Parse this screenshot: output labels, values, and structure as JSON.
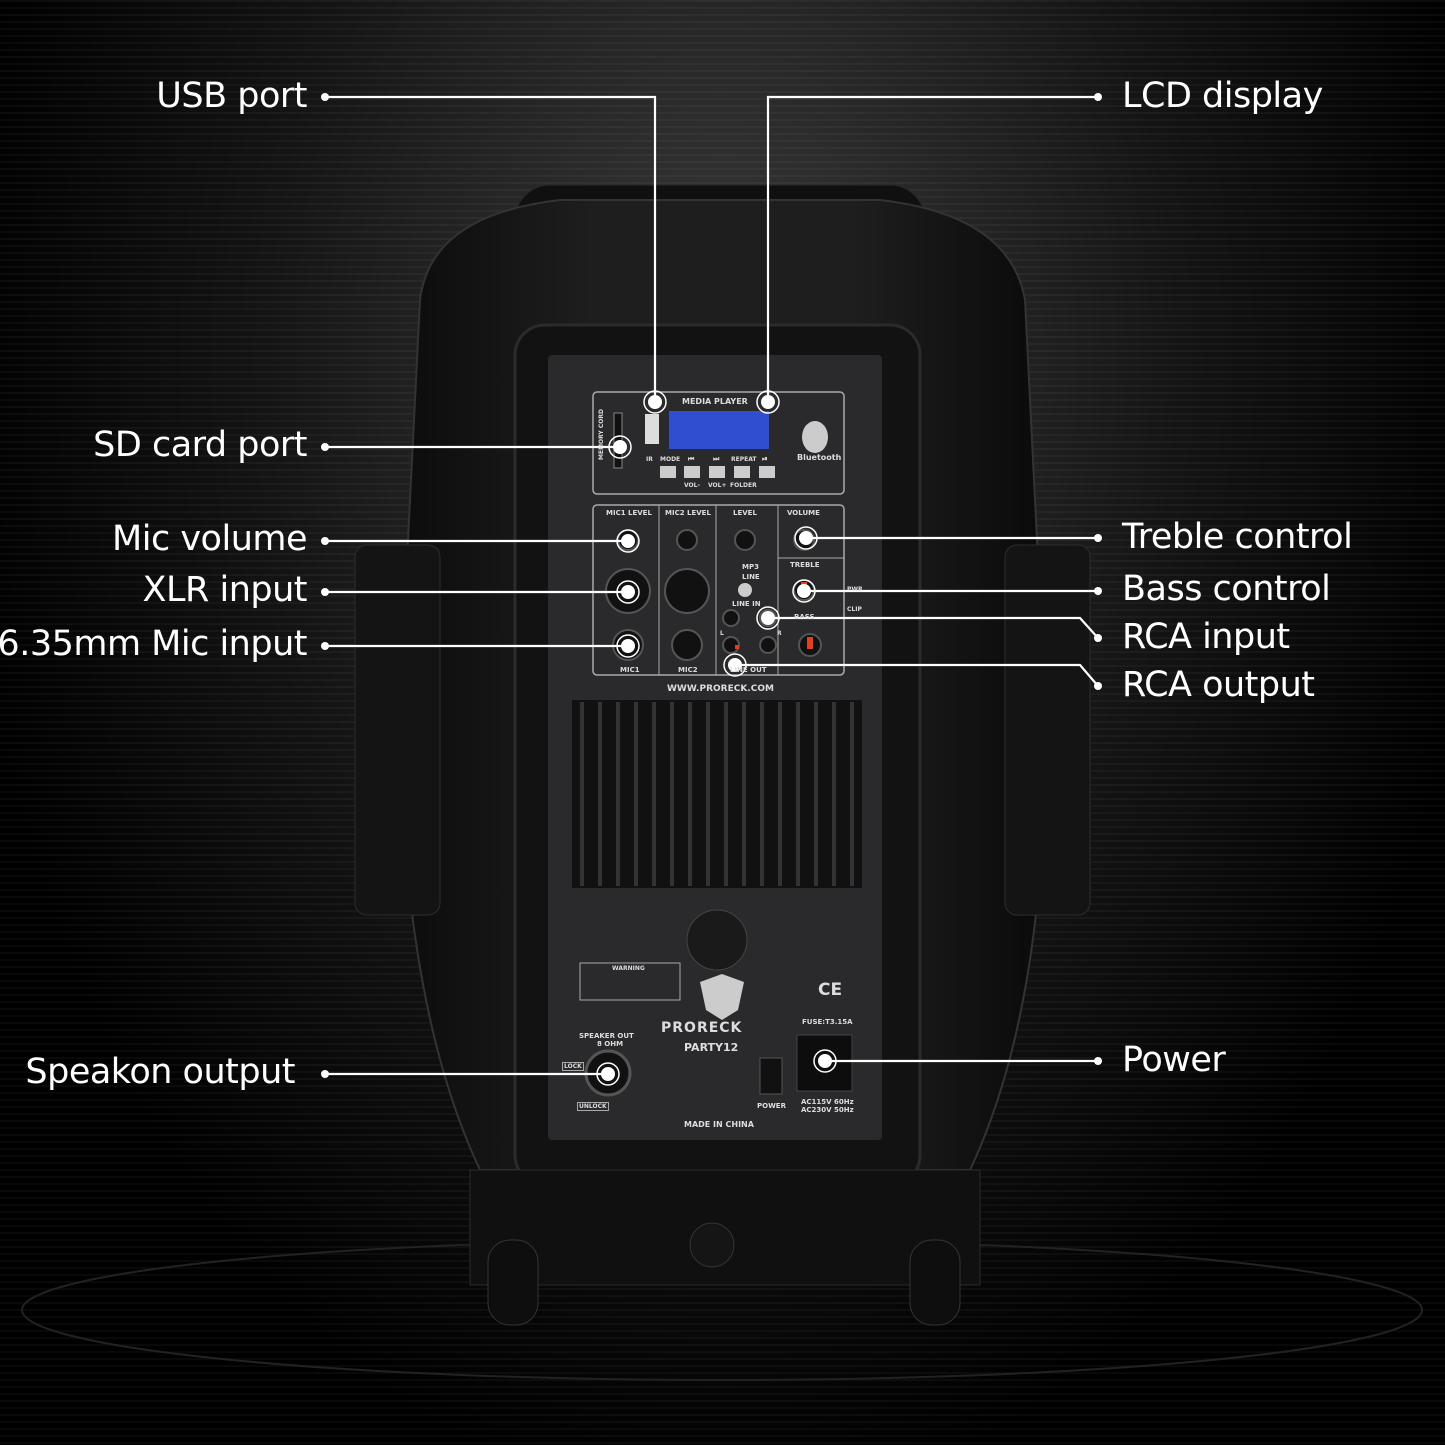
{
  "callouts": {
    "usb_port": "USB port",
    "lcd_display": "LCD display",
    "sd_card_port": "SD card port",
    "mic_volume": "Mic volume",
    "xlr_input": "XLR input",
    "mic_input_635": "6.35mm Mic input",
    "treble_control": "Treble control",
    "bass_control": "Bass control",
    "rca_input": "RCA input",
    "rca_output": "RCA output",
    "speakon_output": "Speakon output",
    "power": "Power"
  },
  "panel": {
    "media_player": "MEDIA PLAYER",
    "memory_card": "MEMORY CORD",
    "bluetooth": "Bluetooth",
    "buttons_top": [
      "IR",
      "MODE",
      "⏮",
      "⏭",
      "REPEAT",
      "⏯"
    ],
    "buttons_bottom": [
      "VOL-",
      "VOL+",
      "FOLDER"
    ],
    "mic1_level": "MIC1 LEVEL",
    "mic2_level": "MIC2 LEVEL",
    "level": "LEVEL",
    "volume": "VOLUME",
    "treble": "TREBLE",
    "bass": "BASS",
    "pwr": "PWR",
    "clip": "CLIP",
    "mp3": "MP3",
    "line": "LINE",
    "line_in": "LINE IN",
    "line_out": "LINE OUT",
    "l": "L",
    "r": "R",
    "mic1": "MIC1",
    "mic2": "MIC2",
    "website": "WWW.PRORECK.COM",
    "warning": "WARNING",
    "speaker_out": "SPEAKER OUT",
    "ohm": "8 OHM",
    "lock": "LOCK",
    "unlock": "UNLOCK",
    "brand": "PRORECK",
    "model": "PARTY12",
    "ce": "CE",
    "fuse": "FUSE:T3.15A",
    "power": "POWER",
    "ac1": "AC115V 60Hz",
    "ac2": "AC230V 50Hz",
    "made_in": "MADE IN CHINA"
  },
  "colors": {
    "line": "#ffffff",
    "lcd": "#2f4fd0",
    "panel": "#2a2a2c",
    "knob_accent": "#e0401c"
  }
}
